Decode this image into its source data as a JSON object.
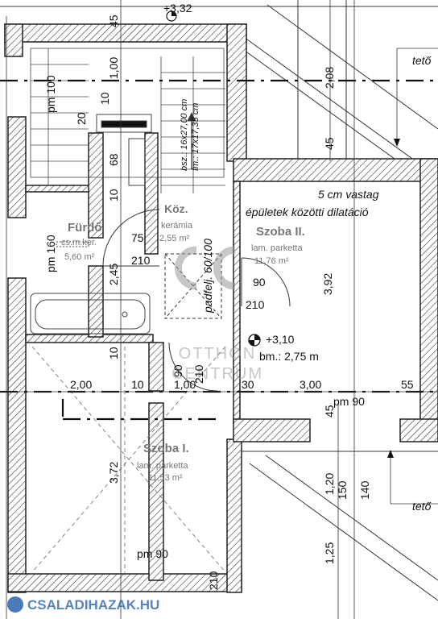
{
  "level_top": "+3,32",
  "level_mid": "+3,10",
  "bm": "bm.: 2,75 m",
  "roof_label_1": "tető",
  "roof_label_2": "tető",
  "dilatation_line1": "5 cm vastag",
  "dilatation_line2": "épületek közötti dilatáció",
  "stair_info_1": "bsz.: 16x27,00 cm",
  "stair_info_2": "fm.: 17x17,35 cm",
  "attic_door": "padfelj. 60/100",
  "rooms": {
    "furdo": {
      "name": "Fürdő",
      "floor": "cs.m.ker.",
      "area": "5,60 m²"
    },
    "koz": {
      "name": "Köz.",
      "floor": "kerámia",
      "area": "2,55 m²"
    },
    "szoba2": {
      "name": "Szoba II.",
      "floor": "lam. parketta",
      "area": "11,76 m²"
    },
    "szoba1": {
      "name": "Szoba I.",
      "floor": "lam. parketta",
      "area": "11,53 m²"
    }
  },
  "dimensions": {
    "d45_top": "45",
    "d100": "1,00",
    "d10_a": "10",
    "d20": "20",
    "d208": "2,08",
    "d45_mid": "45",
    "d68": "68",
    "d10_b": "10",
    "pm100": "pm 100",
    "pm160": "pm 160",
    "d75": "75",
    "d210_a": "210",
    "d245": "2,45",
    "d90_a": "90",
    "d210_b": "210",
    "d392": "3,92",
    "d10_c": "10",
    "d90_b": "90",
    "d210_c": "210",
    "d200": "2,00",
    "d10_d": "10",
    "d100_b": "1,00",
    "d30": "30",
    "d300": "3,00",
    "d55": "55",
    "pm90_a": "pm 90",
    "d45_low": "45",
    "d372": "3,72",
    "d120": "1,20",
    "d150": "150",
    "d140": "140",
    "d125": "1,25",
    "pm90_b": "pm 90",
    "d210_d": "210"
  },
  "watermark": {
    "line1": "OTTHON",
    "line2": "CENTRUM"
  },
  "footer_logo": "CSALADIHAZAK.HU",
  "colors": {
    "wall_hatch": "#333333",
    "gray_text": "#777777",
    "watermark": "#9a9a9a",
    "logo": "#1f5aa8"
  }
}
